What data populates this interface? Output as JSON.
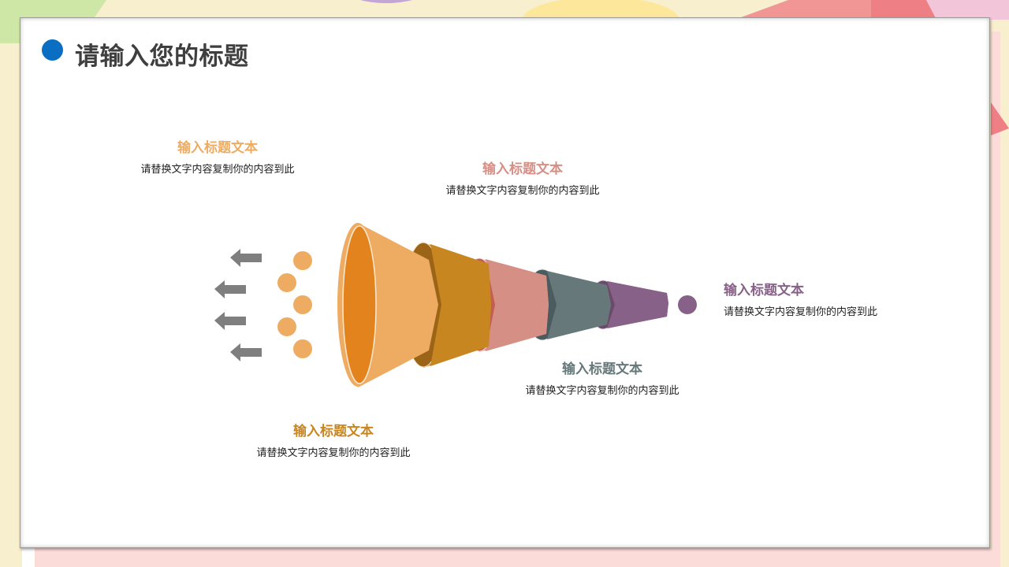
{
  "slide": {
    "title": "请输入您的标题",
    "title_color": "#3f3f3f",
    "bullet_color": "#0a6fc2"
  },
  "funnel": {
    "stages": [
      {
        "name": "stage-1",
        "outer": "#eeac63",
        "inner": "#e2831d"
      },
      {
        "name": "stage-2",
        "outer": "#c78620",
        "inner": "#9c6416"
      },
      {
        "name": "stage-3",
        "outer": "#d68f85",
        "inner": "#c25f52"
      },
      {
        "name": "stage-4",
        "outer": "#66787a",
        "inner": "#4c5c5e"
      },
      {
        "name": "stage-5",
        "outer": "#876187",
        "inner": "#6b4b6b"
      }
    ],
    "input_dot_color": "#eeac63",
    "output_dot_color": "#876187",
    "arrow_color": "#7f7f7f"
  },
  "labels": [
    {
      "heading": "输入标题文本",
      "body": "请替换文字内容复制你的内容到此",
      "color": "#eeac63"
    },
    {
      "heading": "输入标题文本",
      "body": "请替换文字内容复制你的内容到此",
      "color": "#d68f85"
    },
    {
      "heading": "输入标题文本",
      "body": "请替换文字内容复制你的内容到此",
      "color": "#876187"
    },
    {
      "heading": "输入标题文本",
      "body": "请替换文字内容复制你的内容到此",
      "color": "#66787a"
    },
    {
      "heading": "输入标题文本",
      "body": "请替换文字内容复制你的内容到此",
      "color": "#c78620"
    }
  ]
}
